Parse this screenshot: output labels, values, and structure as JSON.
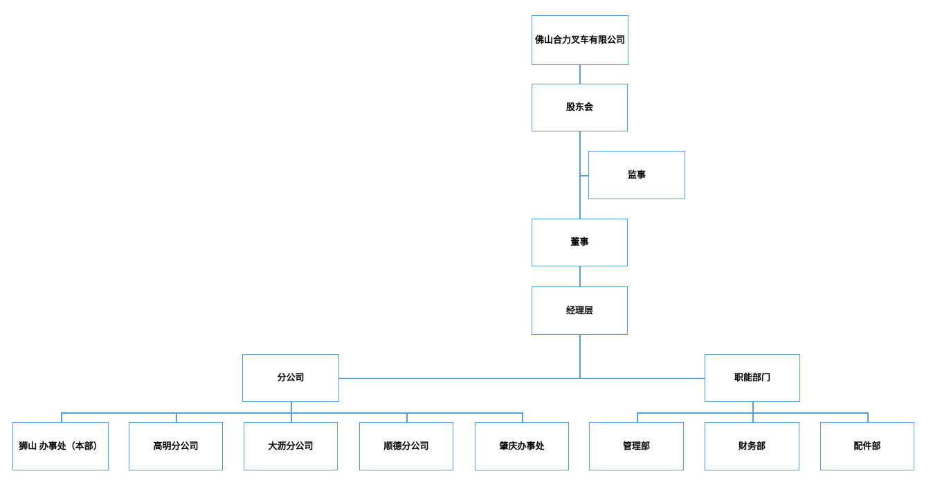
{
  "diagram": {
    "type": "org-chart",
    "colors": {
      "box_border": "#5b9bd5",
      "connector": "#5b9bd5",
      "text": "#000000",
      "background": "#ffffff"
    },
    "nodes": {
      "root": {
        "label": "佛山合力叉车有限公司"
      },
      "shareholders": {
        "label": "股东会"
      },
      "supervisor": {
        "label": "监事"
      },
      "director": {
        "label": "董事"
      },
      "management": {
        "label": "经理层"
      },
      "branch": {
        "label": "分公司"
      },
      "functional": {
        "label": "职能部门"
      },
      "shishan": {
        "label": "狮山 办事处（本部）"
      },
      "gaoming": {
        "label": "高明分公司"
      },
      "dali": {
        "label": "大沥分公司"
      },
      "shunde": {
        "label": "顺德分公司"
      },
      "zhaoqing": {
        "label": "肇庆办事处"
      },
      "mgmt_dept": {
        "label": "管理部"
      },
      "finance_dept": {
        "label": "财务部"
      },
      "parts_dept": {
        "label": "配件部"
      }
    },
    "edges": [
      {
        "from": "root",
        "to": "shareholders"
      },
      {
        "from": "shareholders",
        "to": "supervisor"
      },
      {
        "from": "shareholders",
        "to": "director"
      },
      {
        "from": "director",
        "to": "management"
      },
      {
        "from": "management",
        "to": "branch"
      },
      {
        "from": "management",
        "to": "functional"
      },
      {
        "from": "branch",
        "to": "shishan"
      },
      {
        "from": "branch",
        "to": "gaoming"
      },
      {
        "from": "branch",
        "to": "dali"
      },
      {
        "from": "branch",
        "to": "shunde"
      },
      {
        "from": "branch",
        "to": "zhaoqing"
      },
      {
        "from": "functional",
        "to": "mgmt_dept"
      },
      {
        "from": "functional",
        "to": "finance_dept"
      },
      {
        "from": "functional",
        "to": "parts_dept"
      }
    ]
  }
}
